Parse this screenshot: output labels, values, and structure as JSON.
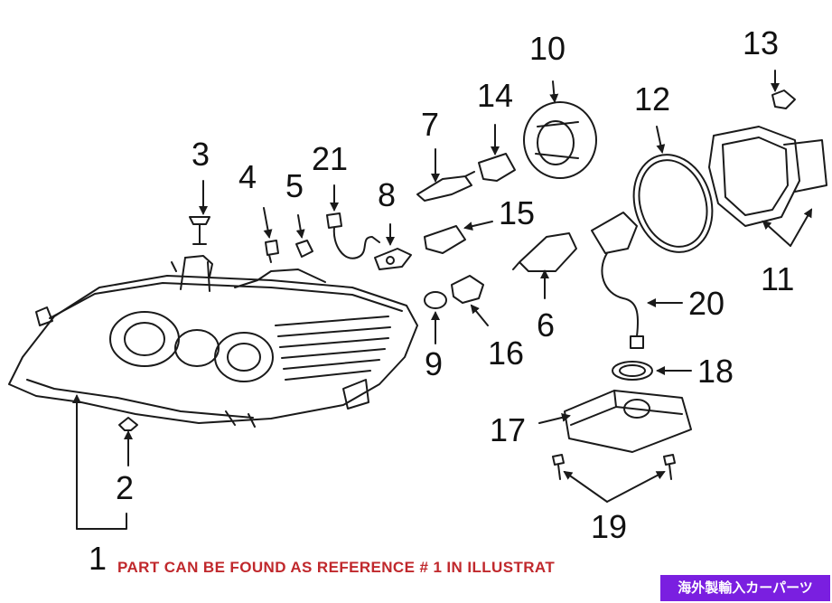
{
  "callouts": {
    "c1": "1",
    "c2": "2",
    "c3": "3",
    "c4": "4",
    "c5": "5",
    "c6": "6",
    "c7": "7",
    "c8": "8",
    "c9": "9",
    "c10": "10",
    "c11": "11",
    "c12": "12",
    "c13": "13",
    "c14": "14",
    "c15": "15",
    "c16": "16",
    "c17": "17",
    "c18": "18",
    "c19": "19",
    "c20": "20",
    "c21": "21"
  },
  "note": "PART CAN BE FOUND AS REFERENCE # 1 IN ILLUSTRAT",
  "badge": "海外製輸入カーパーツ",
  "colors": {
    "note": "#c0282c",
    "badge_bg": "#7a1fe0",
    "line": "#1a1a1a"
  }
}
